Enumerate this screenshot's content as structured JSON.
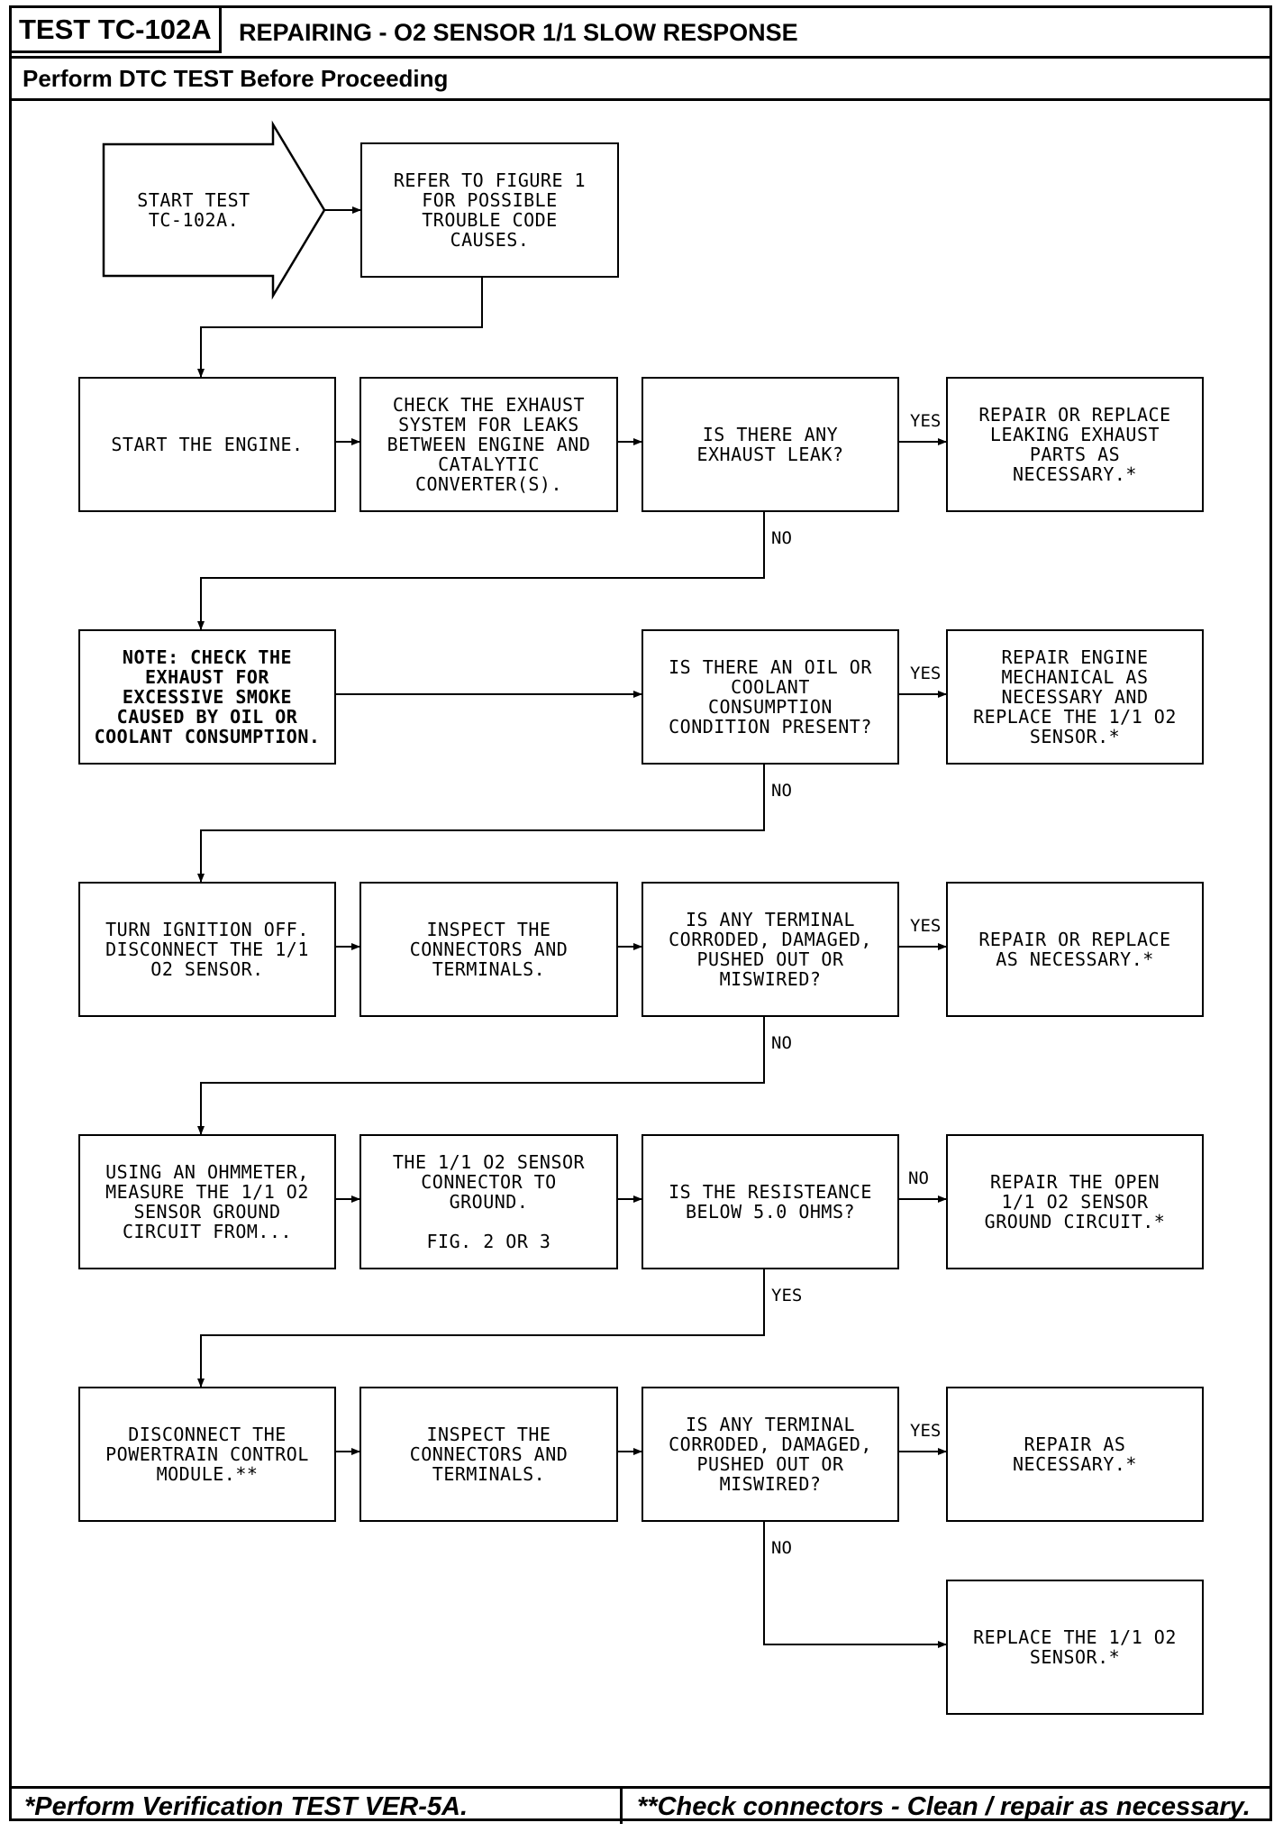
{
  "header": {
    "test_id": "TEST TC-102A",
    "title": "REPAIRING - O2 SENSOR 1/1 SLOW RESPONSE",
    "subtitle": "Perform DTC TEST Before Proceeding"
  },
  "footer": {
    "left": "*Perform Verification TEST VER-5A.",
    "right": "**Check connectors - Clean / repair as necessary."
  },
  "flow": {
    "start": "START TEST\nTC-102A.",
    "refer": "REFER TO FIGURE 1\nFOR POSSIBLE\nTROUBLE CODE\nCAUSES.",
    "row1": {
      "step1": "START THE ENGINE.",
      "step2": "CHECK THE EXHAUST\nSYSTEM FOR LEAKS\nBETWEEN ENGINE AND\nCATALYTIC\nCONVERTER(S).",
      "question": "IS THERE ANY\nEXHAUST LEAK?",
      "yes_action": "REPAIR OR REPLACE\nLEAKING EXHAUST\nPARTS AS\nNECESSARY.*",
      "yes": "YES",
      "no": "NO"
    },
    "row2": {
      "note": "NOTE: CHECK THE\nEXHAUST FOR\nEXCESSIVE SMOKE\nCAUSED BY OIL OR\nCOOLANT CONSUMPTION.",
      "question": "IS THERE AN OIL OR\nCOOLANT\nCONSUMPTION\nCONDITION PRESENT?",
      "yes_action": "REPAIR ENGINE\nMECHANICAL AS\nNECESSARY AND\nREPLACE THE 1/1 O2\nSENSOR.*",
      "yes": "YES",
      "no": "NO"
    },
    "row3": {
      "step1": "TURN IGNITION OFF.\nDISCONNECT THE 1/1\nO2 SENSOR.",
      "step2": "INSPECT THE\nCONNECTORS AND\nTERMINALS.",
      "question": "IS ANY TERMINAL\nCORRODED, DAMAGED,\nPUSHED OUT OR\nMISWIRED?",
      "yes_action": "REPAIR OR REPLACE\nAS NECESSARY.*",
      "yes": "YES",
      "no": "NO"
    },
    "row4": {
      "step1": "USING AN OHMMETER,\nMEASURE THE 1/1 O2\nSENSOR GROUND\nCIRCUIT FROM...",
      "step2": "THE 1/1 O2 SENSOR\nCONNECTOR TO\nGROUND.\n\nFIG. 2 OR 3",
      "question": "IS THE RESISTEANCE\nBELOW 5.0 OHMS?",
      "no_action": "REPAIR THE OPEN\n1/1 O2 SENSOR\nGROUND CIRCUIT.*",
      "no": "NO",
      "yes": "YES"
    },
    "row5": {
      "step1": "DISCONNECT THE\nPOWERTRAIN CONTROL\nMODULE.**",
      "step2": "INSPECT THE\nCONNECTORS AND\nTERMINALS.",
      "question": "IS ANY TERMINAL\nCORRODED, DAMAGED,\nPUSHED OUT OR\nMISWIRED?",
      "yes_action": "REPAIR AS\nNECESSARY.*",
      "yes": "YES",
      "no": "NO"
    },
    "final": "REPLACE THE 1/1 O2\nSENSOR.*"
  }
}
